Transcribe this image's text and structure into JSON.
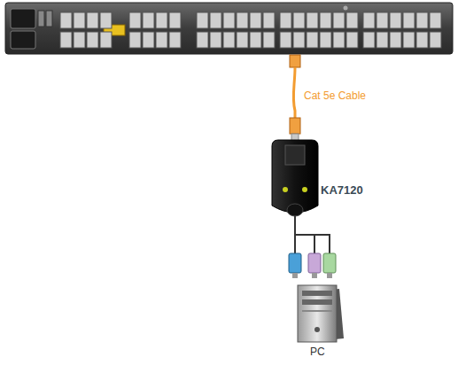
{
  "diagram": {
    "labels": [
      "Cat 5e Cable",
      "KA7120",
      "PC"
    ]
  }
}
